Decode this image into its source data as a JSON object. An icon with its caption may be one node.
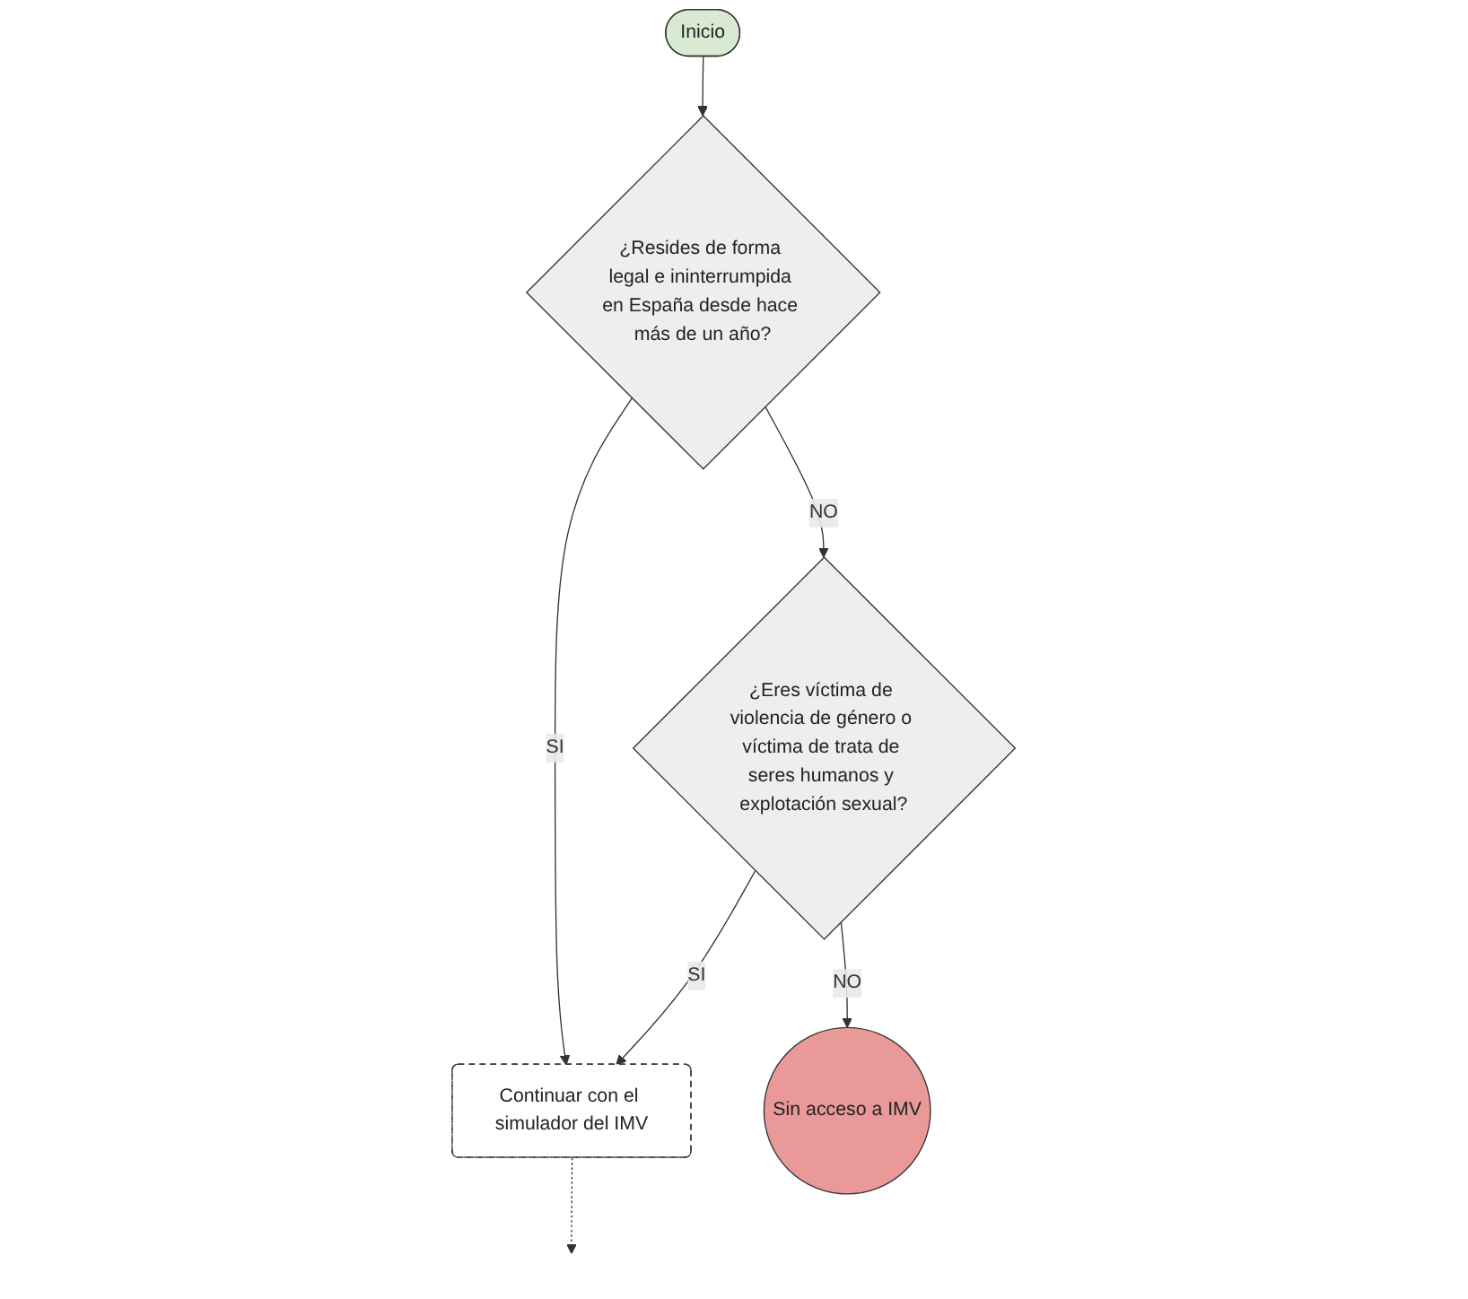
{
  "diagram": {
    "nodes": [
      {
        "text": [
          "Inicio"
        ]
      },
      {
        "text": [
          "¿Resides de forma legal e ininterrumpida en España desde hace más de un año?"
        ]
      },
      {
        "text": [
          "¿Eres víctima de violencia de género o víctima de trata de seres humanos y explotación sexual?"
        ]
      },
      {
        "text": [
          "Sin acceso a IMV"
        ]
      },
      {
        "text": [
          "Continuar con el simulador del IMV"
        ]
      }
    ],
    "edges": [
      {
        "from": 0,
        "to": 1,
        "arrow": "to"
      },
      {
        "from": 1,
        "to": 4,
        "label": "SI",
        "arrow": "to"
      },
      {
        "from": 1,
        "to": 2,
        "label": "NO",
        "arrow": "to"
      },
      {
        "from": 2,
        "to": 4,
        "label": "SI",
        "arrow": "to"
      },
      {
        "from": 2,
        "to": 3,
        "label": "NO",
        "arrow": "to"
      },
      {
        "from": 4,
        "to": null,
        "arrow": "to",
        "style": "dashed"
      }
    ]
  }
}
